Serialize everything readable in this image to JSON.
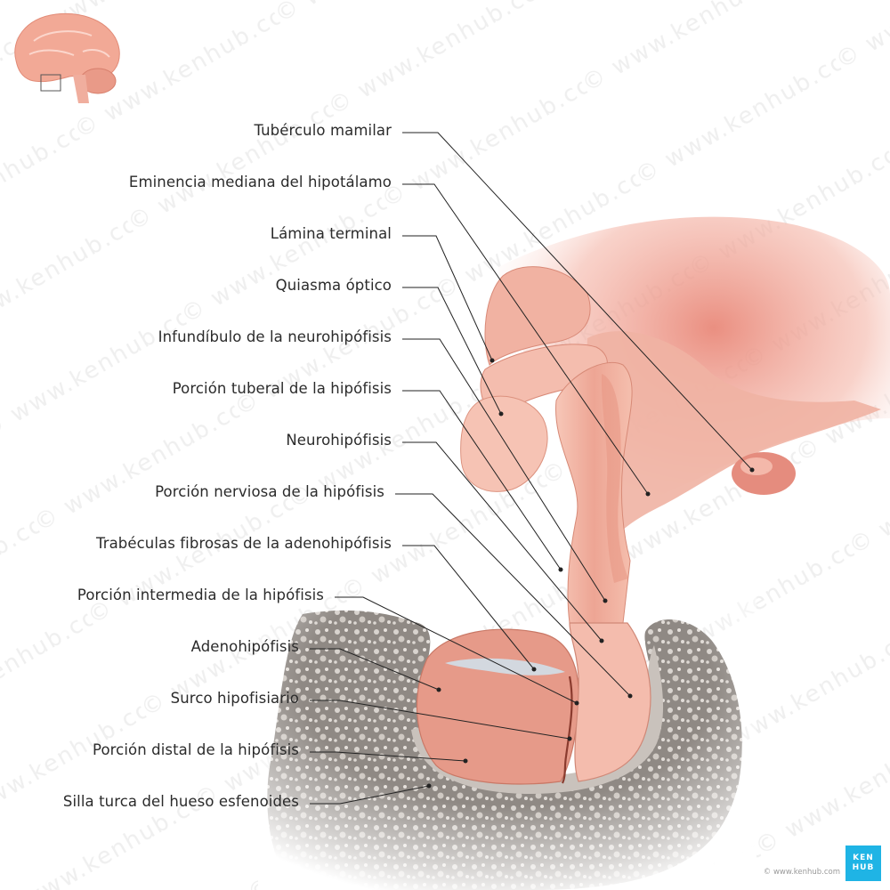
{
  "labels": [
    "Tubérculo mamilar",
    "Eminencia mediana del hipotálamo",
    "Lámina terminal",
    "Quiasma óptico",
    "Infundíbulo de la neurohipófisis",
    "Porción tuberal de la hipófisis",
    "Neurohipófisis",
    "Porción nerviosa de la hipófisis",
    "Trabéculas fibrosas de la adenohipófisis",
    "Porción intermedia de la hipófisis",
    "Adenohipófisis",
    "Surco hipofisiario",
    "Porción distal de la hipófisis",
    "Silla turca del hueso esfenoides"
  ],
  "watermark": "© www.kenhub.com",
  "brand": {
    "line1": "KEN",
    "line2": "HUB",
    "url": "© www.kenhub.com",
    "color": "#1fb4e5"
  },
  "colors": {
    "tissue": "#f2b3a2",
    "tissue_dark": "#e48a78",
    "bone": "#8b8580",
    "leader": "#222222"
  }
}
